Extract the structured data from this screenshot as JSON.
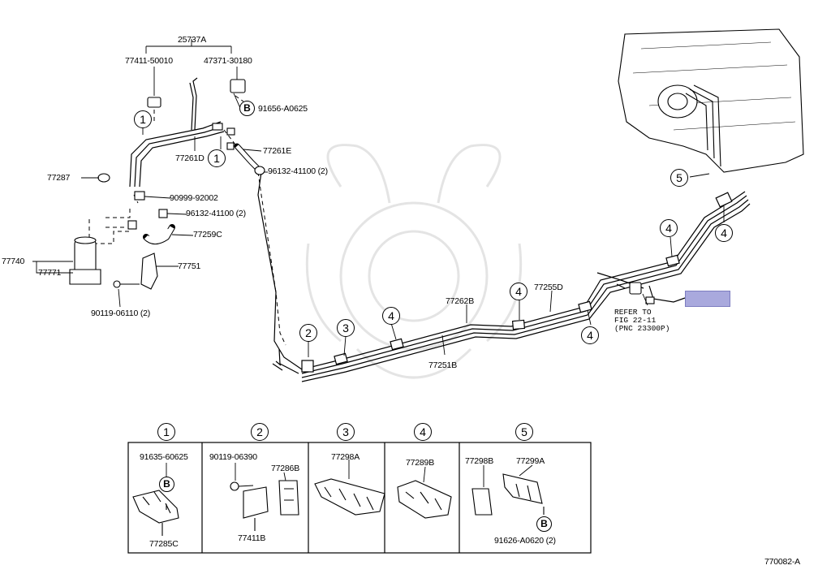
{
  "diagram_id": "770082-A",
  "parts": {
    "p25737A": "25737A",
    "p77411_50010": "77411-50010",
    "p47371_30180": "47371-30180",
    "p91656_A0625": "91656-A0625",
    "p77261D": "77261D",
    "p77261E": "77261E",
    "p96132_41100_upper": "96132-41100 (2)",
    "p77287": "77287",
    "p90999_92002": "90999-92002",
    "p96132_41100_lower": "96132-41100 (2)",
    "p77259C": "77259C",
    "p77740": "77740",
    "p77771": "77771",
    "p77751": "77751",
    "p90119_06110": "90119-06110 (2)",
    "p77262B": "77262B",
    "p77255D": "77255D",
    "p77251B": "77251B"
  },
  "refer": {
    "line1": "REFER TO",
    "line2": "FIG 22-11",
    "line3": "(PNC 23300P)"
  },
  "callouts": {
    "c1": "1",
    "c2": "2",
    "c3": "3",
    "c4": "4",
    "c5": "5",
    "b": "B"
  },
  "legend": {
    "box1": {
      "num": "1",
      "top": "91635-60625",
      "bottom": "77285C"
    },
    "box2": {
      "num": "2",
      "p1": "90119-06390",
      "p2": "77286B",
      "bottom": "77411B"
    },
    "box3": {
      "num": "3",
      "top": "77298A"
    },
    "box4": {
      "num": "4",
      "top": "77289B"
    },
    "box5": {
      "num": "5",
      "p1": "77298B",
      "p2": "77299A",
      "bottom": "91626-A0620 (2)"
    }
  },
  "colors": {
    "highlight": "#a9a9dd",
    "line": "#000000",
    "watermark": "#e6e6e6"
  }
}
